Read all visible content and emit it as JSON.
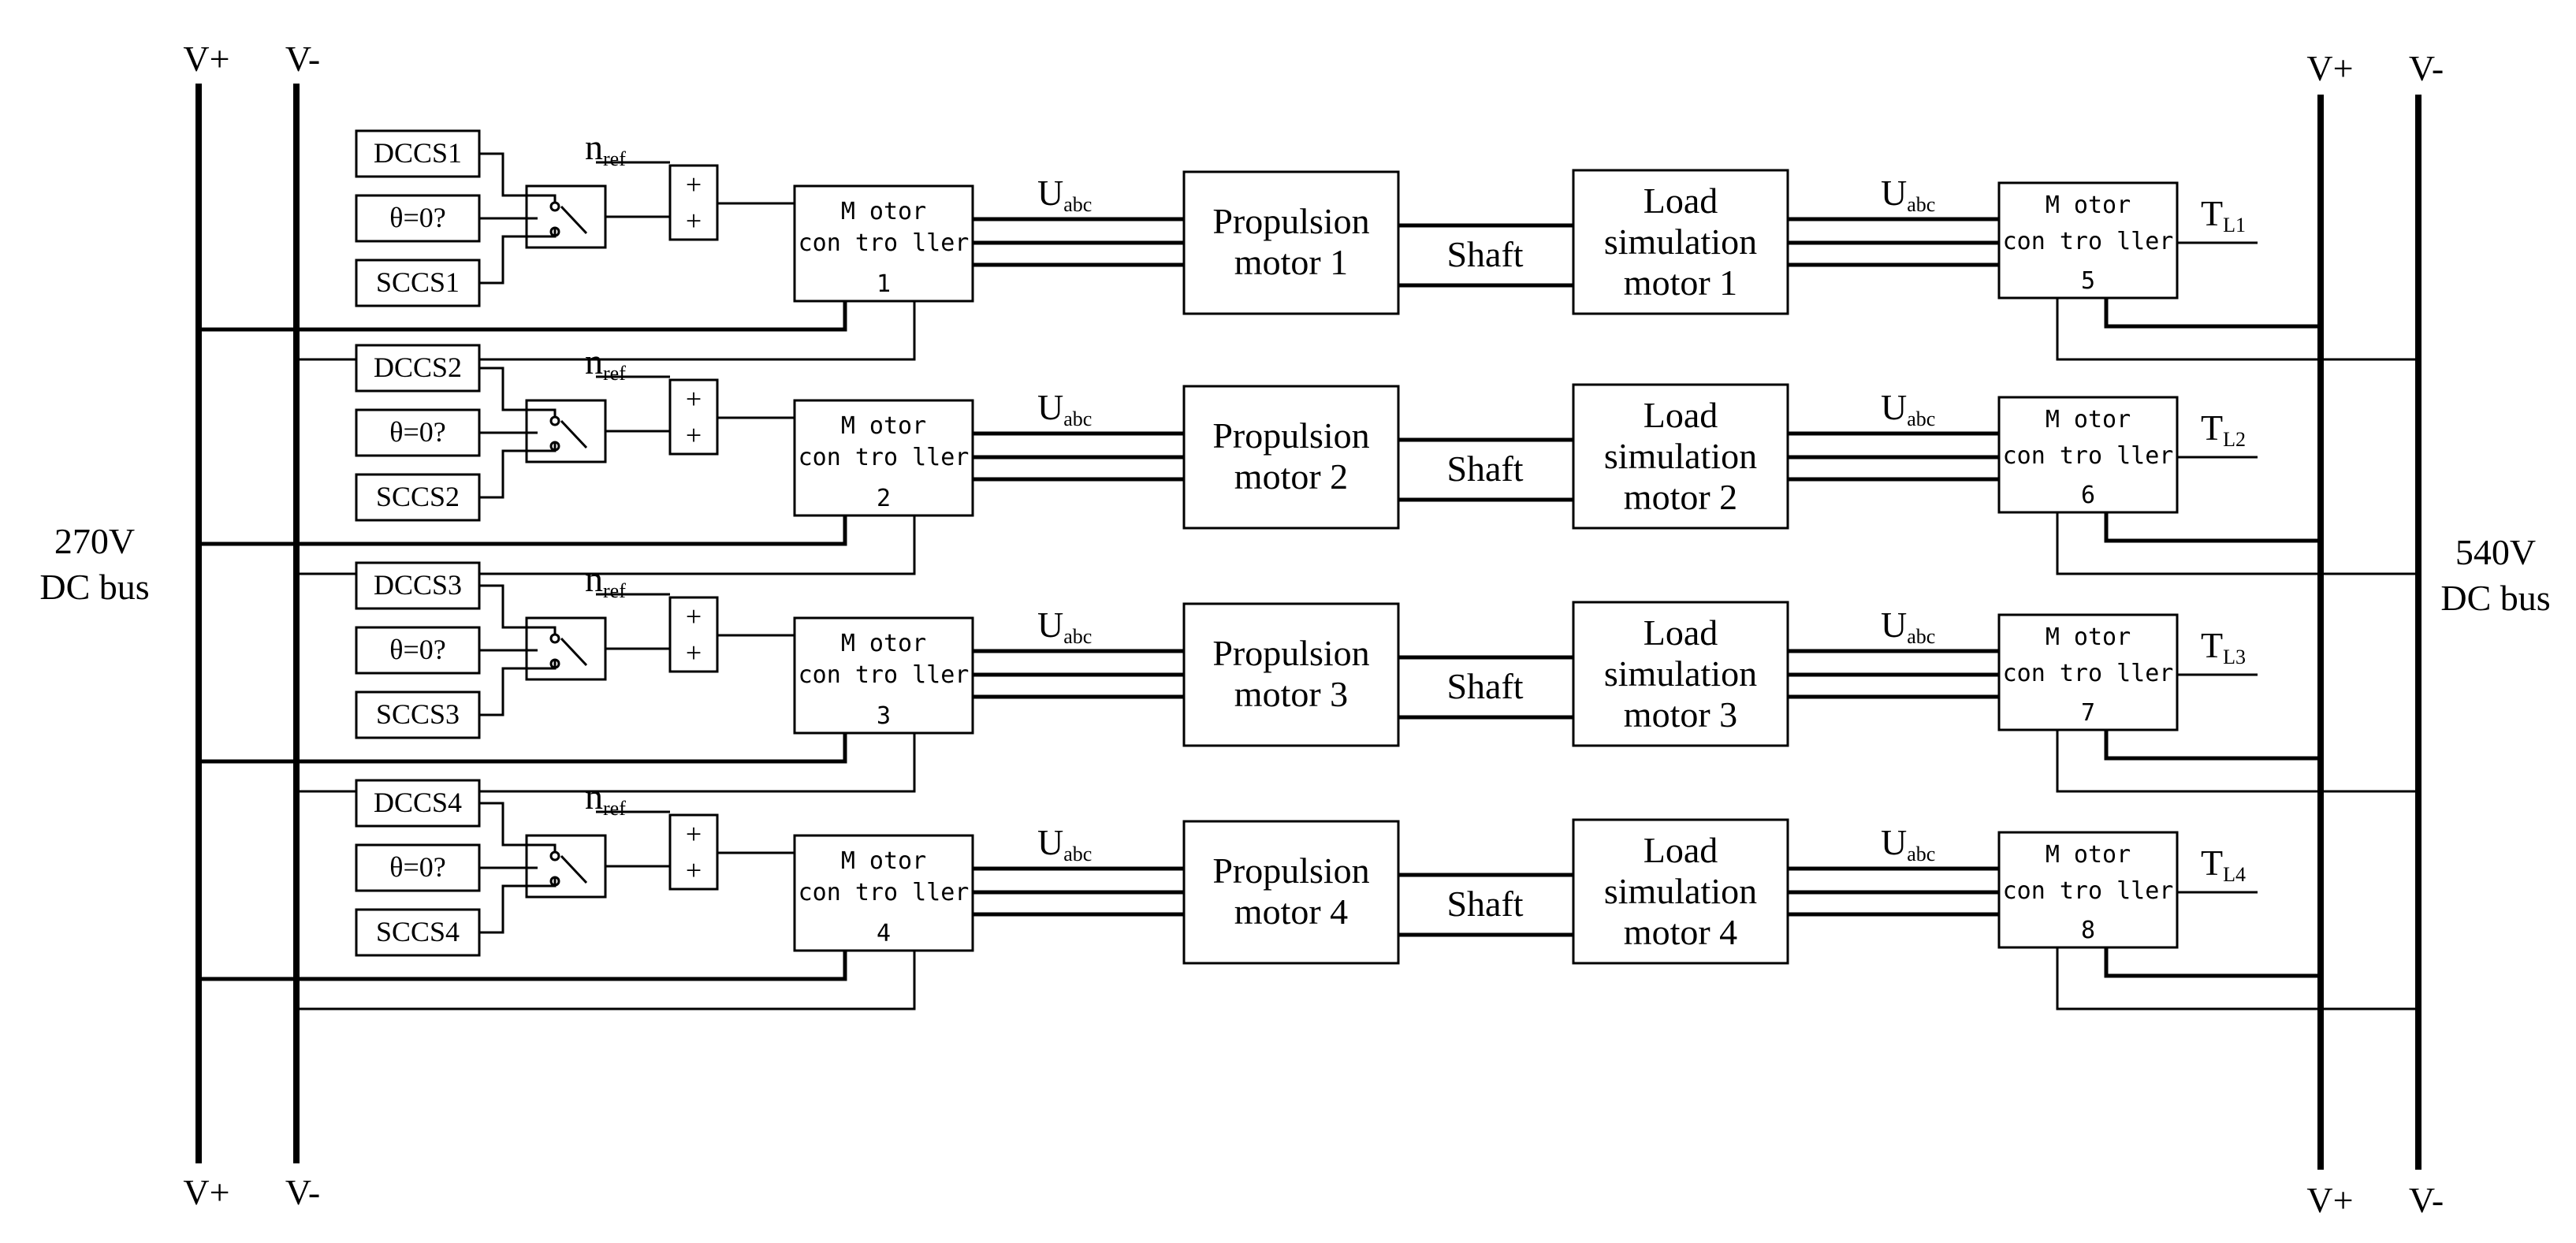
{
  "bus_left": {
    "pos_label": "V+",
    "neg_label": "V-",
    "voltage": "270V",
    "name": "DC bus"
  },
  "bus_right": {
    "pos_label": "V+",
    "neg_label": "V-",
    "voltage": "540V",
    "name": "DC bus"
  },
  "channels": [
    {
      "dccs": "DCCS1",
      "theta": "θ=0?",
      "sccs": "SCCS1",
      "nref_main": "n",
      "nref_sub": "ref",
      "sum_top": "+",
      "sum_bottom": "+",
      "ctrl_l1": "M otor",
      "ctrl_l2": "con tro ller",
      "ctrl_num": "1",
      "u_main": "U",
      "u_sub": "abc",
      "prop_l1": "Propulsion",
      "prop_l2": "motor 1",
      "shaft": "Shaft",
      "load_l1": "Load",
      "load_l2": "simulation",
      "load_l3": "motor 1",
      "u2_main": "U",
      "u2_sub": "abc",
      "rctrl_l1": "M otor",
      "rctrl_l2": "con tro ller",
      "rctrl_num": "5",
      "tl_main": "T",
      "tl_sub": "L1"
    },
    {
      "dccs": "DCCS2",
      "theta": "θ=0?",
      "sccs": "SCCS2",
      "nref_main": "n",
      "nref_sub": "ref",
      "sum_top": "+",
      "sum_bottom": "+",
      "ctrl_l1": "M otor",
      "ctrl_l2": "con tro ller",
      "ctrl_num": "2",
      "u_main": "U",
      "u_sub": "abc",
      "prop_l1": "Propulsion",
      "prop_l2": "motor 2",
      "shaft": "Shaft",
      "load_l1": "Load",
      "load_l2": "simulation",
      "load_l3": "motor 2",
      "u2_main": "U",
      "u2_sub": "abc",
      "rctrl_l1": "M otor",
      "rctrl_l2": "con tro ller",
      "rctrl_num": "6",
      "tl_main": "T",
      "tl_sub": "L2"
    },
    {
      "dccs": "DCCS3",
      "theta": "θ=0?",
      "sccs": "SCCS3",
      "nref_main": "n",
      "nref_sub": "ref",
      "sum_top": "+",
      "sum_bottom": "+",
      "ctrl_l1": "M otor",
      "ctrl_l2": "con tro ller",
      "ctrl_num": "3",
      "u_main": "U",
      "u_sub": "abc",
      "prop_l1": "Propulsion",
      "prop_l2": "motor 3",
      "shaft": "Shaft",
      "load_l1": "Load",
      "load_l2": "simulation",
      "load_l3": "motor 3",
      "u2_main": "U",
      "u2_sub": "abc",
      "rctrl_l1": "M otor",
      "rctrl_l2": "con tro ller",
      "rctrl_num": "7",
      "tl_main": "T",
      "tl_sub": "L3"
    },
    {
      "dccs": "DCCS4",
      "theta": "θ=0?",
      "sccs": "SCCS4",
      "nref_main": "n",
      "nref_sub": "ref",
      "sum_top": "+",
      "sum_bottom": "+",
      "ctrl_l1": "M otor",
      "ctrl_l2": "con tro ller",
      "ctrl_num": "4",
      "u_main": "U",
      "u_sub": "abc",
      "prop_l1": "Propulsion",
      "prop_l2": "motor 4",
      "shaft": "Shaft",
      "load_l1": "Load",
      "load_l2": "simulation",
      "load_l3": "motor 4",
      "u2_main": "U",
      "u2_sub": "abc",
      "rctrl_l1": "M otor",
      "rctrl_l2": "con tro ller",
      "rctrl_num": "8",
      "tl_main": "T",
      "tl_sub": "L4"
    }
  ]
}
